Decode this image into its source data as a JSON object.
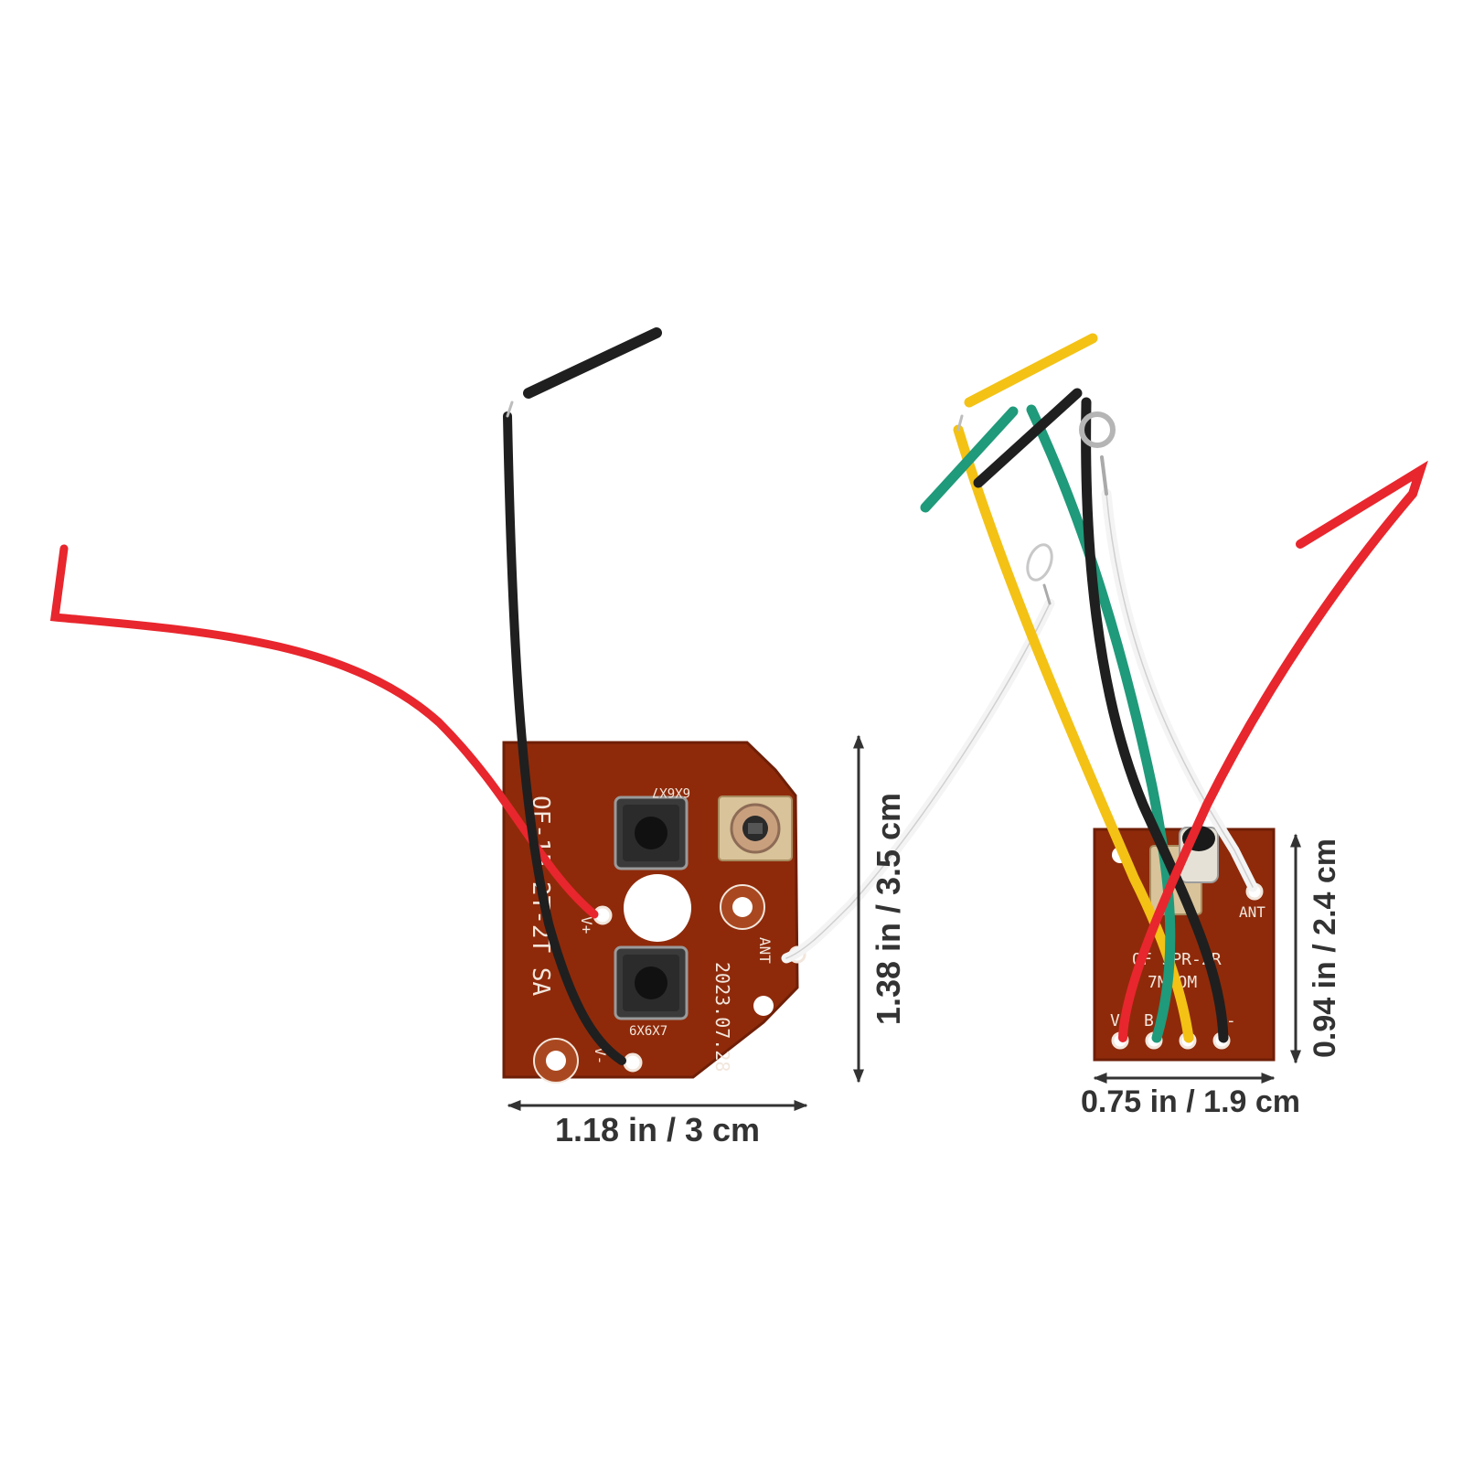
{
  "colors": {
    "background": "#ffffff",
    "pcb": "#8e2a0a",
    "pcb_dark": "#6f1f07",
    "silk": "#f2e6dc",
    "wire_red": "#e8262d",
    "wire_black": "#1f1f1f",
    "wire_yellow": "#f3c215",
    "wire_green": "#1f9a7a",
    "wire_white": "#f4f4f4",
    "arrow": "#333333"
  },
  "transmitter": {
    "model_text": "QF-1F 2T-2T SA",
    "date_text": "2023.07.28",
    "button_top_label": "6X6X7",
    "button_bottom_label": "6X6X7",
    "ant_label": "ANT",
    "vplus_label": "V+",
    "vminus_label": "V-"
  },
  "receiver": {
    "model_text": "QF SPR-2R",
    "model_text_2": "7M OM",
    "ant_label": "ANT",
    "pin_labels": [
      "V+",
      "B",
      "",
      "V-"
    ]
  },
  "dimensions": {
    "transmitter_width": "1.18 in / 3 cm",
    "transmitter_height": "1.38 in / 3.5 cm",
    "receiver_width": "0.75 in / 1.9 cm",
    "receiver_height": "0.94 in / 2.4 cm"
  }
}
